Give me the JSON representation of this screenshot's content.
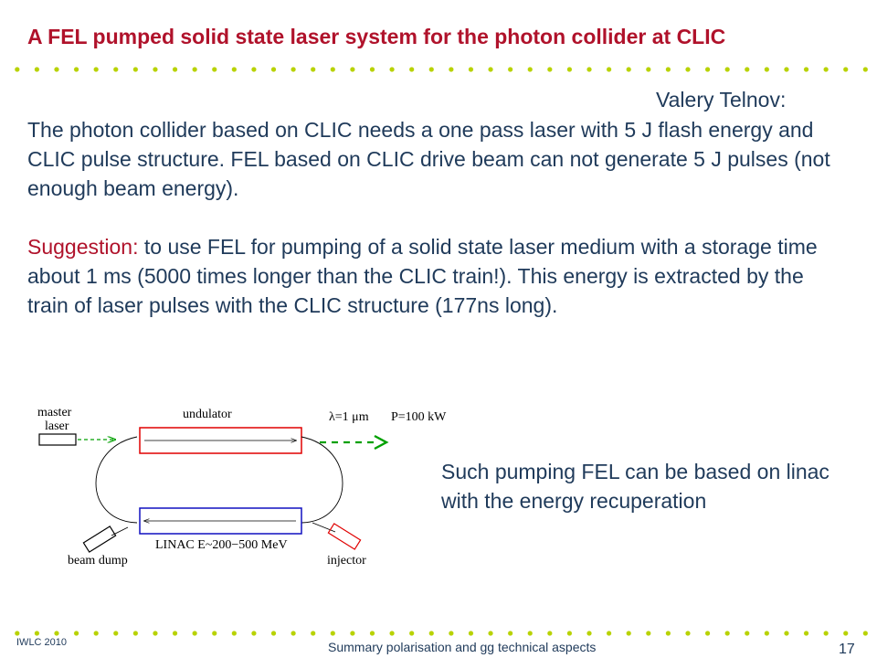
{
  "slide": {
    "title": "A FEL pumped solid state laser system for the photon collider at CLIC",
    "author": "Valery Telnov:",
    "paragraph1": "The photon collider based on CLIC needs a one pass laser with 5 J flash energy and CLIC pulse structure. FEL based on CLIC drive beam can not generate 5 J pulses (not enough beam energy).",
    "suggestion_label": "Suggestion:",
    "suggestion_text": " to use FEL for pumping of a solid state laser medium with a storage time about 1 ms (5000 times longer than the CLIC train!). This energy is extracted by the train of laser pulses with the CLIC structure (177ns long).",
    "side_note": "Such pumping FEL can be based on linac with the energy recuperation"
  },
  "diagram": {
    "master_laser_line1": "master",
    "master_laser_line2": "laser",
    "undulator": "undulator",
    "wavelength": "λ=1 μm",
    "power": "P=100 kW",
    "linac": "LINAC E~200−500 MeV",
    "beam_dump": "beam dump",
    "injector": "injector"
  },
  "footer": {
    "event": "IWLC 2010",
    "subject": "Summary polarisation and gg technical aspects",
    "page": "17"
  },
  "colors": {
    "title": "#b0122b",
    "text": "#1f3a5a",
    "dots": "#b8d200",
    "undulator_box": "#e00000",
    "linac_box": "#1010c0",
    "laser_arrow": "#00a000"
  }
}
